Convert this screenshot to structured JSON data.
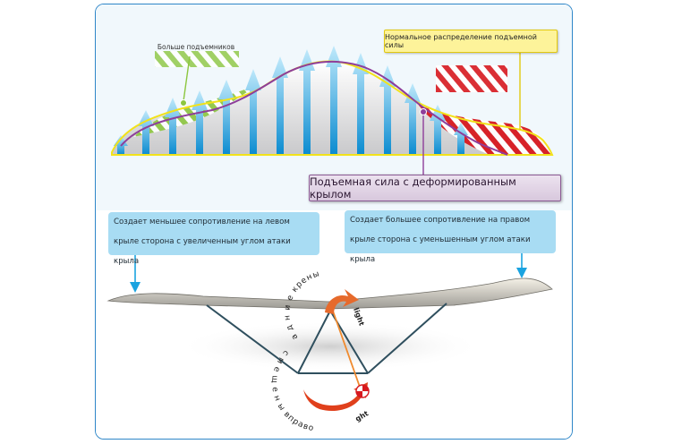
{
  "labels": {
    "more_lift": "Больше подъемников",
    "normal_distribution": "Нормальное распределение подъемной силы",
    "deformed_lift": "Подъемная сила с деформированным крылом",
    "left_note": "Создает меньшее сопротивление на левом крыле сторона с увеличенным углом атаки крыла",
    "right_note": "Создает большее сопротивление на правом крыле сторона с уменьшенным углом атаки крыла",
    "roll_left": "а д н и е крены",
    "roll_left_en": "light",
    "roll_right": "с м е щ е н ы вправо",
    "roll_right_en": "ght"
  },
  "colors": {
    "frame": "#2e86c8",
    "arrow_blue": "#1aa3e0",
    "normal_curve": "#f2e21b",
    "deformed_curve": "#8e3e9a",
    "more_lift_hatch": "#8cc63f",
    "less_lift_hatch": "#d7191f",
    "note_bg": "#a8dcf3",
    "roll_arrow": "#e66a2c"
  },
  "icons": {
    "center_of_gravity": "cg-marker-icon",
    "roll_left_arrow": "curved-arrow-icon",
    "roll_right_arrow": "curved-arrow-icon"
  }
}
